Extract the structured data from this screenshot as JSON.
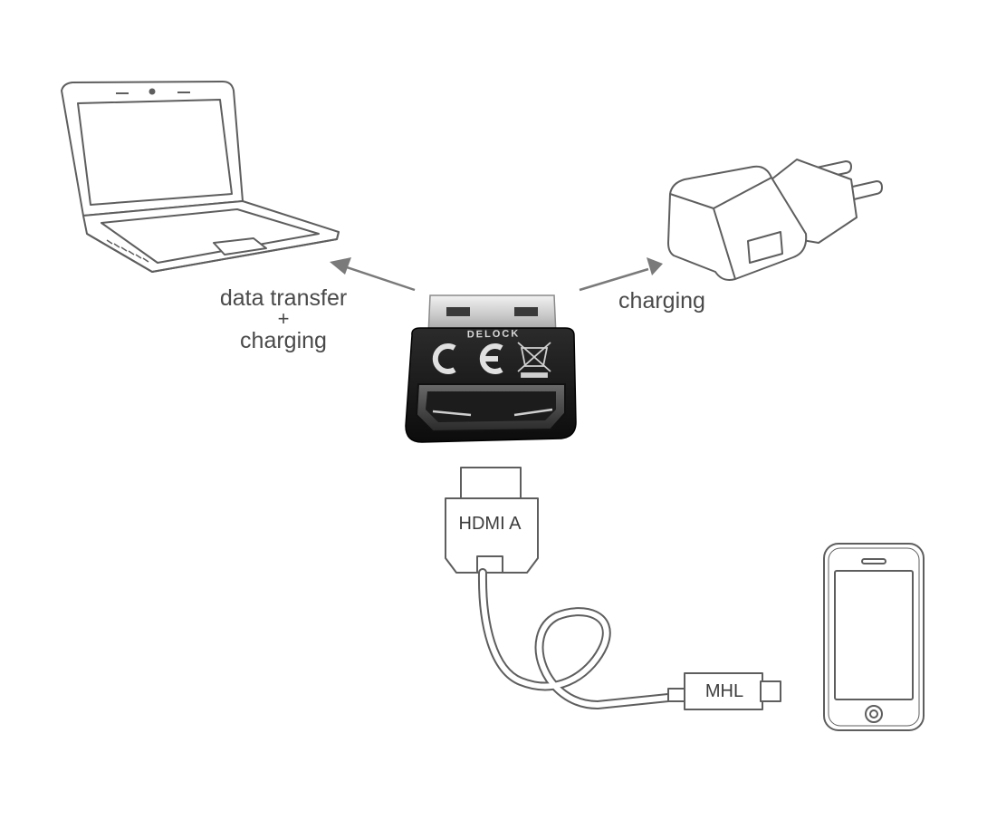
{
  "labels": {
    "left_line1": "data transfer",
    "left_plus": "+",
    "left_line2": "charging",
    "right": "charging",
    "hdmi_connector": "HDMI A",
    "mhl_connector": "MHL"
  },
  "adapter": {
    "brand": "DELOCK",
    "marking": "CE"
  },
  "icons": [
    "laptop-icon",
    "wall-charger-icon",
    "smartphone-icon",
    "usb-hdmi-adapter-icon",
    "hdmi-mhl-cable-icon"
  ],
  "colors": {
    "line": "#5e5e5e",
    "arrow": "#7a7a7a",
    "text": "#4a4a4a",
    "adapter_body": "#141414",
    "usb_metal": "#d8d8d8"
  }
}
